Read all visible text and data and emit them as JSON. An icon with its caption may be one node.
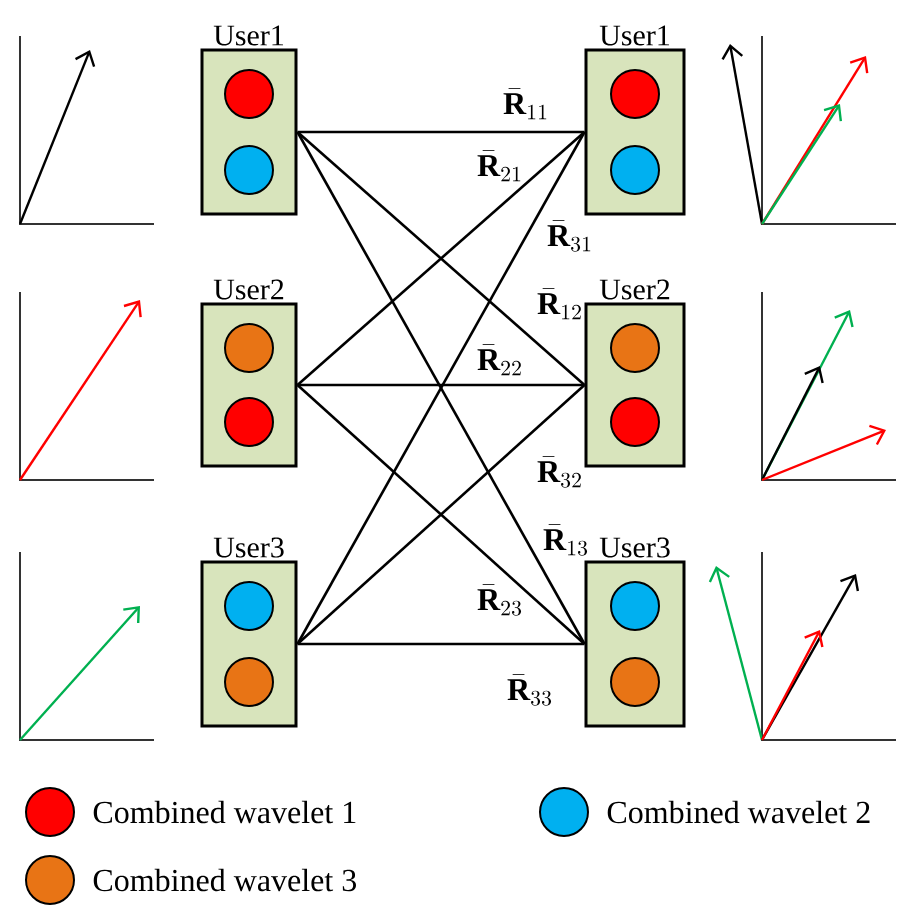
{
  "diagram": {
    "nodes": [
      {
        "text": [
          "User1"
        ]
      },
      {
        "text": [
          "User1"
        ]
      },
      {
        "text": [
          "User2"
        ]
      },
      {
        "text": [
          "User2"
        ]
      },
      {
        "text": [
          "User3"
        ]
      },
      {
        "text": [
          "User3"
        ]
      }
    ],
    "edges": [
      {
        "from": 0,
        "to": 1,
        "arrow": "none",
        "label": "\\bar{\\mathbf{R}}_{11}"
      },
      {
        "from": 2,
        "to": 1,
        "arrow": "none",
        "label": "\\bar{\\mathbf{R}}_{21}"
      },
      {
        "from": 4,
        "to": 1,
        "arrow": "none",
        "label": "\\bar{\\mathbf{R}}_{31}"
      },
      {
        "from": 0,
        "to": 3,
        "arrow": "none",
        "label": "\\bar{\\mathbf{R}}_{12}"
      },
      {
        "from": 2,
        "to": 3,
        "arrow": "none",
        "label": "\\bar{\\mathbf{R}}_{22}"
      },
      {
        "from": 4,
        "to": 3,
        "arrow": "none",
        "label": "\\bar{\\mathbf{R}}_{32}"
      },
      {
        "from": 0,
        "to": 5,
        "arrow": "none",
        "label": "\\bar{\\mathbf{R}}_{13}"
      },
      {
        "from": 2,
        "to": 5,
        "arrow": "none",
        "label": "\\bar{\\mathbf{R}}_{23}"
      },
      {
        "from": 4,
        "to": 5,
        "arrow": "none",
        "label": "\\bar{\\mathbf{R}}_{33}"
      }
    ],
    "legend": [
      {
        "text": "Combined wavelet 1",
        "color": "#ff0000"
      },
      {
        "text": "Combined wavelet 2",
        "color": "#00b0f0"
      },
      {
        "text": "Combined wavelet 3",
        "color": "#e87415"
      }
    ]
  }
}
